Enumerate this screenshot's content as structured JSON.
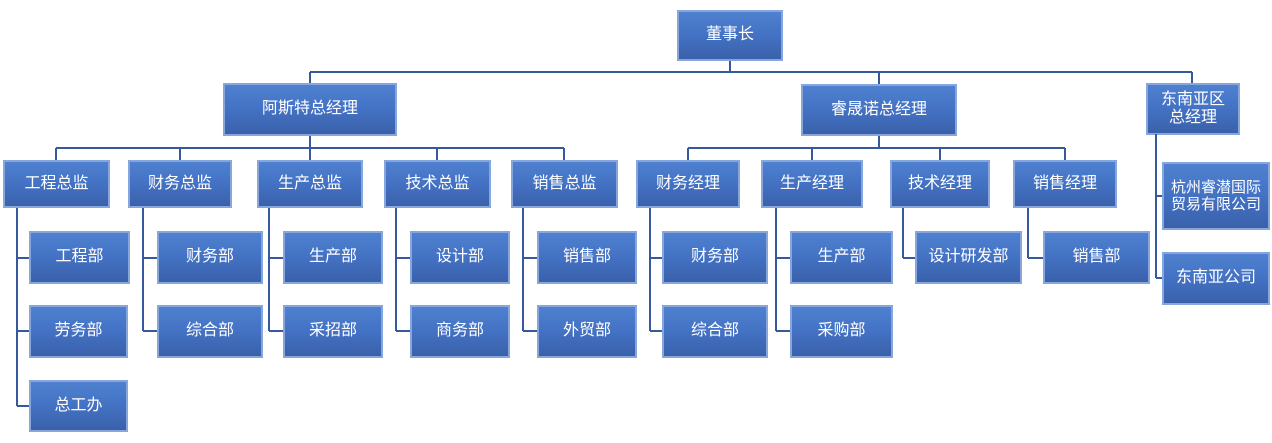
{
  "diagram": {
    "type": "org-chart",
    "colors": {
      "node_fill_top": "#4f81d0",
      "node_fill": "#4472c4",
      "node_fill_bottom": "#3a61ab",
      "node_border": "#87a6db",
      "node_text": "#ffffff",
      "connector": "#35589e",
      "background": "#ffffff"
    }
  },
  "org": {
    "nodes": {
      "chairman": {
        "label": "董事长"
      },
      "gm_aste": {
        "label": "阿斯特总经理"
      },
      "gm_ruishengnuo": {
        "label": "睿晟诺总经理"
      },
      "gm_sea": {
        "label": "东南亚区\n总经理"
      },
      "dir_eng": {
        "label": "工程总监"
      },
      "dir_fin": {
        "label": "财务总监"
      },
      "dir_prod": {
        "label": "生产总监"
      },
      "dir_tech": {
        "label": "技术总监"
      },
      "dir_sales": {
        "label": "销售总监"
      },
      "mgr_fin": {
        "label": "财务经理"
      },
      "mgr_prod": {
        "label": "生产经理"
      },
      "mgr_tech": {
        "label": "技术经理"
      },
      "mgr_sales": {
        "label": "销售经理"
      },
      "dept_eng": {
        "label": "工程部"
      },
      "dept_labor": {
        "label": "劳务部"
      },
      "dept_chief_office": {
        "label": "总工办"
      },
      "dept_fin_l": {
        "label": "财务部"
      },
      "dept_general_l": {
        "label": "综合部"
      },
      "dept_prod_l": {
        "label": "生产部"
      },
      "dept_caizhao": {
        "label": "采招部"
      },
      "dept_design": {
        "label": "设计部"
      },
      "dept_business": {
        "label": "商务部"
      },
      "dept_sales_l": {
        "label": "销售部"
      },
      "dept_foreign": {
        "label": "外贸部"
      },
      "dept_fin_r": {
        "label": "财务部"
      },
      "dept_general_r": {
        "label": "综合部"
      },
      "dept_prod_r": {
        "label": "生产部"
      },
      "dept_purchase": {
        "label": "采购部"
      },
      "dept_design_rd": {
        "label": "设计研发部"
      },
      "dept_sales_r": {
        "label": "销售部"
      },
      "co_hangzhou": {
        "label": "杭州睿潜国际\n贸易有限公司"
      },
      "co_sea": {
        "label": "东南亚公司"
      }
    },
    "structure": {
      "chairman": [
        "gm_aste",
        "gm_ruishengnuo",
        "gm_sea"
      ],
      "gm_aste": [
        "dir_eng",
        "dir_fin",
        "dir_prod",
        "dir_tech",
        "dir_sales"
      ],
      "gm_ruishengnuo": [
        "mgr_fin",
        "mgr_prod",
        "mgr_tech",
        "mgr_sales"
      ],
      "gm_sea": [
        "co_hangzhou",
        "co_sea"
      ],
      "dir_eng": [
        "dept_eng",
        "dept_labor",
        "dept_chief_office"
      ],
      "dir_fin": [
        "dept_fin_l",
        "dept_general_l"
      ],
      "dir_prod": [
        "dept_prod_l",
        "dept_caizhao"
      ],
      "dir_tech": [
        "dept_design",
        "dept_business"
      ],
      "dir_sales": [
        "dept_sales_l",
        "dept_foreign"
      ],
      "mgr_fin": [
        "dept_fin_r",
        "dept_general_r"
      ],
      "mgr_prod": [
        "dept_prod_r",
        "dept_purchase"
      ],
      "mgr_tech": [
        "dept_design_rd"
      ],
      "mgr_sales": [
        "dept_sales_r"
      ]
    }
  }
}
